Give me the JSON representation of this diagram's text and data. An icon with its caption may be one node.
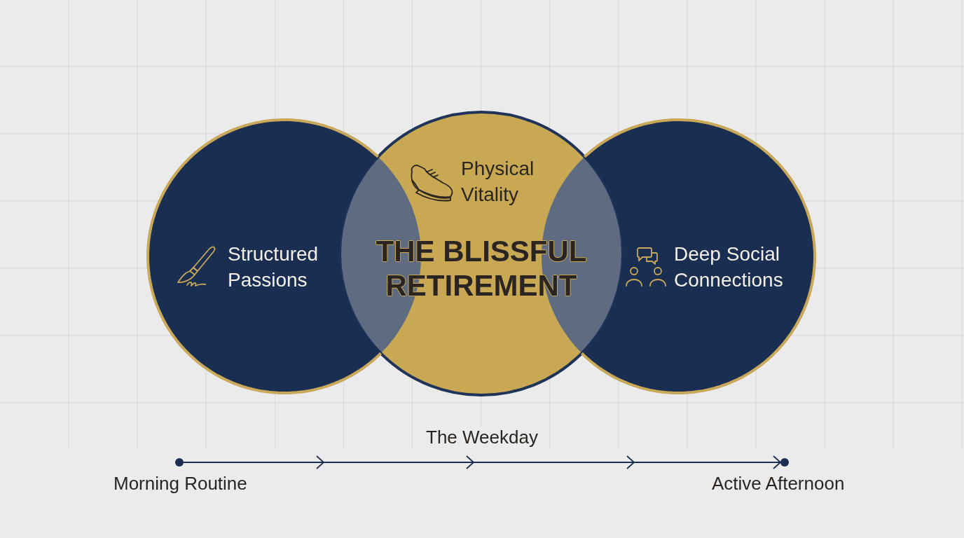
{
  "diagram": {
    "title": "THE BLISSFUL RETIREMENT",
    "nodes": [
      {
        "text": [
          "Structured Passions"
        ]
      },
      {
        "text": [
          "Physical Vitality"
        ]
      },
      {
        "text": [
          "Deep Social Connections"
        ]
      },
      {
        "text": [],
        "shape": "circle",
        "beside": [
          "Morning Routine"
        ]
      },
      {
        "text": [],
        "shape": "circle",
        "beside": [
          "Active Afternoon"
        ]
      }
    ],
    "edges": [
      {
        "from": 3,
        "to": 4,
        "arrow": "to",
        "label": "The Weekday"
      }
    ]
  }
}
